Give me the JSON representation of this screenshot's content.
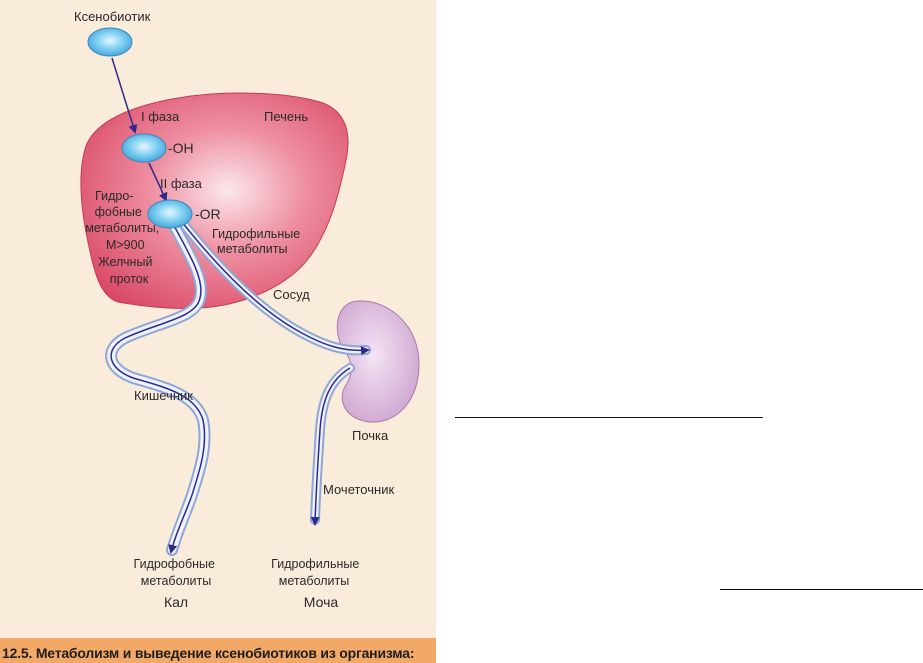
{
  "colors": {
    "panel_bg": "#f9ecdb",
    "caption_bg": "#f2a867",
    "liver": "#e25b74",
    "kidney": "#d6aed8",
    "arrow": "#2e2a8c",
    "molecule": "#4fb5e6"
  },
  "labels": {
    "xenobiotic": "Ксенобиотик",
    "phase1": "I фаза",
    "liver": "Печень",
    "oh": "-OH",
    "phase2": "II фаза",
    "or": "-OR",
    "hydrophobic_metabolites_liver": [
      "Гидро-",
      "фобные",
      "метаболиты,",
      "M>900",
      "Желчный",
      "проток"
    ],
    "hydrophilic_metabolites_liver": [
      "Гидрофильные",
      "метаболиты"
    ],
    "vessel": "Сосуд",
    "intestine": "Кишечник",
    "kidney": "Почка",
    "ureter": "Мочеточник",
    "hydrophobic_out": [
      "Гидрофобные",
      "метаболиты"
    ],
    "feces": "Кал",
    "hydrophilic_out": [
      "Гидрофильные",
      "метаболиты"
    ],
    "urine": "Моча"
  },
  "caption": "12.5. Метаболизм и выведение ксенобиотиков из организма:"
}
